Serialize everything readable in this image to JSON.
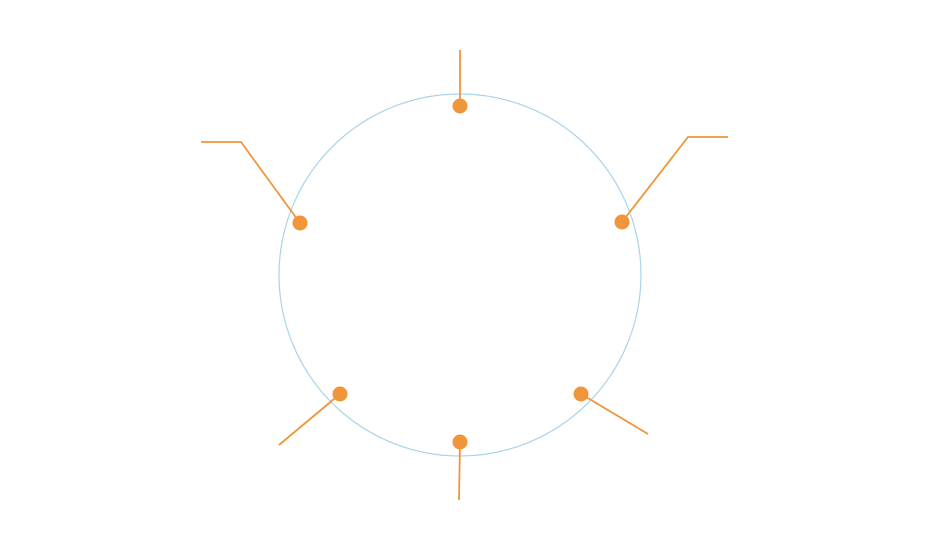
{
  "diagram": {
    "type": "circular-callout-diagram",
    "colors": {
      "ring": "#a9d4ea",
      "node": "#f0953a",
      "leader": "#f0953a",
      "background": "#ffffff"
    },
    "nodes": [
      {
        "id": "top",
        "label": ""
      },
      {
        "id": "upper-right",
        "label": ""
      },
      {
        "id": "lower-right",
        "label": ""
      },
      {
        "id": "bottom",
        "label": ""
      },
      {
        "id": "lower-left",
        "label": ""
      },
      {
        "id": "upper-left",
        "label": ""
      }
    ]
  }
}
